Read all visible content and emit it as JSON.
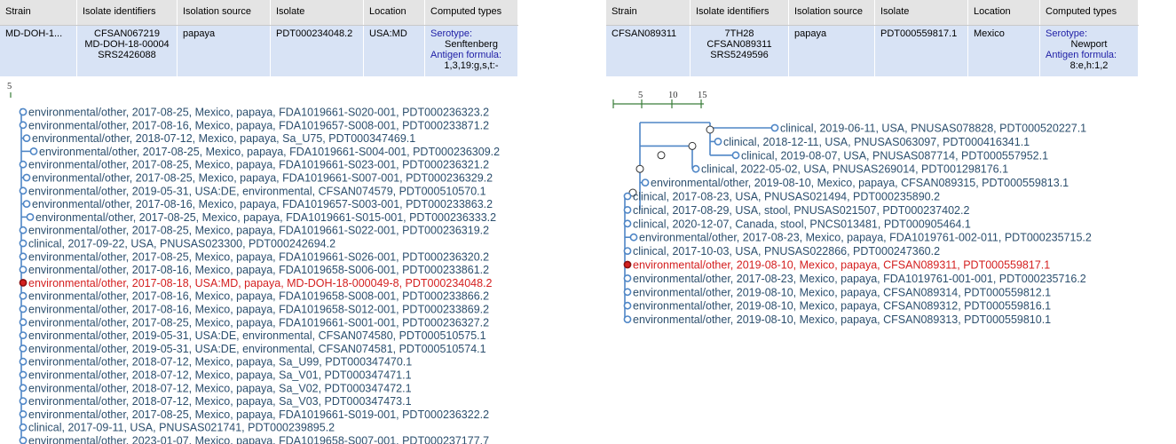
{
  "left": {
    "columns": [
      "Strain",
      "Isolate identifiers",
      "Isolation source",
      "Isolate",
      "Location",
      "Computed types"
    ],
    "row": {
      "strain": "MD-DOH-1...",
      "identifiers": [
        "CFSAN067219",
        "MD-DOH-18-00004",
        "SRS2426088"
      ],
      "source": "papaya",
      "isolate": "PDT000234048.2",
      "location": "USA:MD",
      "serotype_label": "Serotype:",
      "serotype": "Senftenberg",
      "antigen_label": "Antigen formula:",
      "antigen": "1,3,19:g,s,t:-"
    },
    "scale": {
      "labels": [
        "5"
      ]
    },
    "leaves": [
      "environmental/other, 2017-08-25, Mexico, papaya, FDA1019661-S020-001, PDT000236323.2",
      "environmental/other, 2017-08-16, Mexico, papaya, FDA1019657-S008-001, PDT000233871.2",
      "environmental/other, 2018-07-12, Mexico, papaya, Sa_U75, PDT000347469.1",
      "environmental/other, 2017-08-25, Mexico, papaya, FDA1019661-S004-001, PDT000236309.2",
      "environmental/other, 2017-08-25, Mexico, papaya, FDA1019661-S023-001, PDT000236321.2",
      "environmental/other, 2017-08-25, Mexico, papaya, FDA1019661-S007-001, PDT000236329.2",
      "environmental/other, 2019-05-31, USA:DE, environmental, CFSAN074579, PDT000510570.1",
      "environmental/other, 2017-08-16, Mexico, papaya, FDA1019657-S003-001, PDT000233863.2",
      "environmental/other, 2017-08-25, Mexico, papaya, FDA1019661-S015-001, PDT000236333.2",
      "environmental/other, 2017-08-25, Mexico, papaya, FDA1019661-S022-001, PDT000236319.2",
      "clinical, 2017-09-22, USA, PNUSAS023300, PDT000242694.2",
      "environmental/other, 2017-08-25, Mexico, papaya, FDA1019661-S026-001, PDT000236320.2",
      "environmental/other, 2017-08-16, Mexico, papaya, FDA1019658-S006-001, PDT000233861.2",
      "environmental/other, 2017-08-18, USA:MD, papaya, MD-DOH-18-000049-8, PDT000234048.2",
      "environmental/other, 2017-08-16, Mexico, papaya, FDA1019658-S008-001, PDT000233866.2",
      "environmental/other, 2017-08-16, Mexico, papaya, FDA1019658-S012-001, PDT000233869.2",
      "environmental/other, 2017-08-25, Mexico, papaya, FDA1019661-S001-001, PDT000236327.2",
      "environmental/other, 2019-05-31, USA:DE, environmental, CFSAN074580, PDT000510575.1",
      "environmental/other, 2019-05-31, USA:DE, environmental, CFSAN074581, PDT000510574.1",
      "environmental/other, 2018-07-12, Mexico, papaya, Sa_U99, PDT000347470.1",
      "environmental/other, 2018-07-12, Mexico, papaya, Sa_V01, PDT000347471.1",
      "environmental/other, 2018-07-12, Mexico, papaya, Sa_V02, PDT000347472.1",
      "environmental/other, 2018-07-12, Mexico, papaya, Sa_V03, PDT000347473.1",
      "environmental/other, 2017-08-25, Mexico, papaya, FDA1019661-S019-001, PDT000236322.2",
      "clinical, 2017-09-11, USA, PNUSAS021741, PDT000239895.2",
      "environmental/other, 2023-01-07, Mexico, papaya, FDA1019658-S007-001, PDT000237177.7"
    ],
    "highlight_index": 13
  },
  "right": {
    "columns": [
      "Strain",
      "Isolate identifiers",
      "Isolation source",
      "Isolate",
      "Location",
      "Computed types"
    ],
    "row": {
      "strain": "CFSAN089311",
      "identifiers": [
        "7TH28",
        "CFSAN089311",
        "SRS5249596"
      ],
      "source": "papaya",
      "isolate": "PDT000559817.1",
      "location": "Mexico",
      "serotype_label": "Serotype:",
      "serotype": "Newport",
      "antigen_label": "Antigen formula:",
      "antigen": "8:e,h:1,2"
    },
    "scale": {
      "labels": [
        "5",
        "10",
        "15"
      ]
    },
    "leaves": [
      "clinical, 2019-06-11, USA, PNUSAS078828, PDT000520227.1",
      "clinical, 2018-12-11, USA, PNUSAS063097, PDT000416341.1",
      "clinical, 2019-08-07, USA, PNUSAS087714, PDT000557952.1",
      "clinical, 2022-05-02, USA, PNUSAS269014, PDT001298176.1",
      "environmental/other, 2019-08-10, Mexico, papaya, CFSAN089315, PDT000559813.1",
      "clinical, 2017-08-23, USA, PNUSAS021494, PDT000235890.2",
      "clinical, 2017-08-29, USA, stool, PNUSAS021507, PDT000237402.2",
      "clinical, 2020-12-07, Canada, stool, PNCS013481, PDT000905464.1",
      "environmental/other, 2017-08-23, Mexico, papaya, FDA1019761-002-011, PDT000235715.2",
      "clinical, 2017-10-03, USA, PNUSAS022866, PDT000247360.2",
      "environmental/other, 2019-08-10, Mexico, papaya, CFSAN089311, PDT000559817.1",
      "environmental/other, 2017-08-23, Mexico, papaya, FDA1019761-001-001, PDT000235716.2",
      "environmental/other, 2019-08-10, Mexico, papaya, CFSAN089314, PDT000559812.1",
      "environmental/other, 2019-08-10, Mexico, papaya, CFSAN089312, PDT000559816.1",
      "environmental/other, 2019-08-10, Mexico, papaya, CFSAN089313, PDT000559810.1"
    ],
    "highlight_index": 10
  },
  "colors": {
    "branch": "#4f86c6",
    "node_fill": "#ffffff",
    "leaf_text": "#2c4f6e",
    "highlight": "#d42020",
    "scale_bar": "#3a7d3a",
    "header_bg": "#e4e4e4",
    "row_bg": "#d8e3f5"
  }
}
